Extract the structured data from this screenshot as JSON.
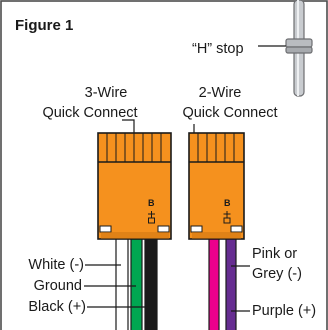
{
  "figure": {
    "title": "Figure 1",
    "labels": {
      "h_stop": "“H” stop",
      "three_wire_line1": "3-Wire",
      "three_wire_line2": "Quick Connect",
      "two_wire_line1": "2-Wire",
      "two_wire_line2": "Quick Connect",
      "pink_grey_line1": "Pink or",
      "pink_grey_line2": "Grey (-)",
      "purple": "Purple (+)",
      "white": "White (-)",
      "ground": "Ground",
      "black": "Black (+)"
    },
    "connector_marks": {
      "three_wire_letter": "B",
      "two_wire_letter": "B"
    },
    "colors": {
      "connector_orange": "#f5911e",
      "connector_dark": "#c8700f",
      "wire_white": "#ffffff",
      "wire_green": "#00a651",
      "wire_black": "#1a1a1a",
      "wire_pink": "#ec008c",
      "wire_purple": "#662d91",
      "probe_grey": "#b9bcc0",
      "frame": "#4d4d4d"
    },
    "icons": [
      "polarity-symbol-icon",
      "h-stop-probe-icon"
    ]
  }
}
